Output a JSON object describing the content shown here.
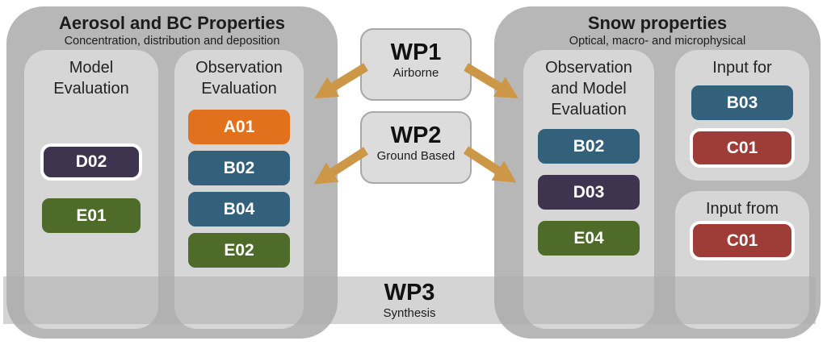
{
  "colors": {
    "panel_bg": "#b7b7b7",
    "group_bg": "#d6d6d6",
    "wp_box_bg": "#dcdcdc",
    "wp3_band_bg": "rgba(172,172,172,0.52)",
    "arrow": "#cc9747",
    "orange": "#e2711d",
    "teal": "#33607a",
    "purple": "#3e3450",
    "green": "#4e6b29",
    "red": "#9e3c38"
  },
  "left_panel": {
    "title": "Aerosol and BC Properties",
    "subtitle": "Concentration, distribution and deposition",
    "groups": [
      {
        "title": "Model Evaluation",
        "badges": [
          {
            "label": "D02",
            "color": "#3e3450",
            "bordered": true
          },
          {
            "label": "E01",
            "color": "#4e6b29",
            "bordered": false
          }
        ]
      },
      {
        "title": "Observation Evaluation",
        "badges": [
          {
            "label": "A01",
            "color": "#e2711d",
            "bordered": false
          },
          {
            "label": "B02",
            "color": "#33607a",
            "bordered": false
          },
          {
            "label": "B04",
            "color": "#33607a",
            "bordered": false
          },
          {
            "label": "E02",
            "color": "#4e6b29",
            "bordered": false
          }
        ]
      }
    ]
  },
  "right_panel": {
    "title": "Snow properties",
    "subtitle": "Optical, macro- and microphysical",
    "groups": [
      {
        "title": "Observation and Model Evaluation",
        "badges": [
          {
            "label": "B02",
            "color": "#33607a",
            "bordered": false
          },
          {
            "label": "D03",
            "color": "#3e3450",
            "bordered": false
          },
          {
            "label": "E04",
            "color": "#4e6b29",
            "bordered": false
          }
        ]
      },
      {
        "title": "Input for",
        "badges": [
          {
            "label": "B03",
            "color": "#33607a",
            "bordered": false
          },
          {
            "label": "C01",
            "color": "#9e3c38",
            "bordered": true
          }
        ]
      },
      {
        "title": "Input from",
        "badges": [
          {
            "label": "C01",
            "color": "#9e3c38",
            "bordered": true
          }
        ]
      }
    ]
  },
  "workpackages": [
    {
      "id": "WP1",
      "subtitle": "Airborne"
    },
    {
      "id": "WP2",
      "subtitle": "Ground Based"
    },
    {
      "id": "WP3",
      "subtitle": "Synthesis"
    }
  ]
}
